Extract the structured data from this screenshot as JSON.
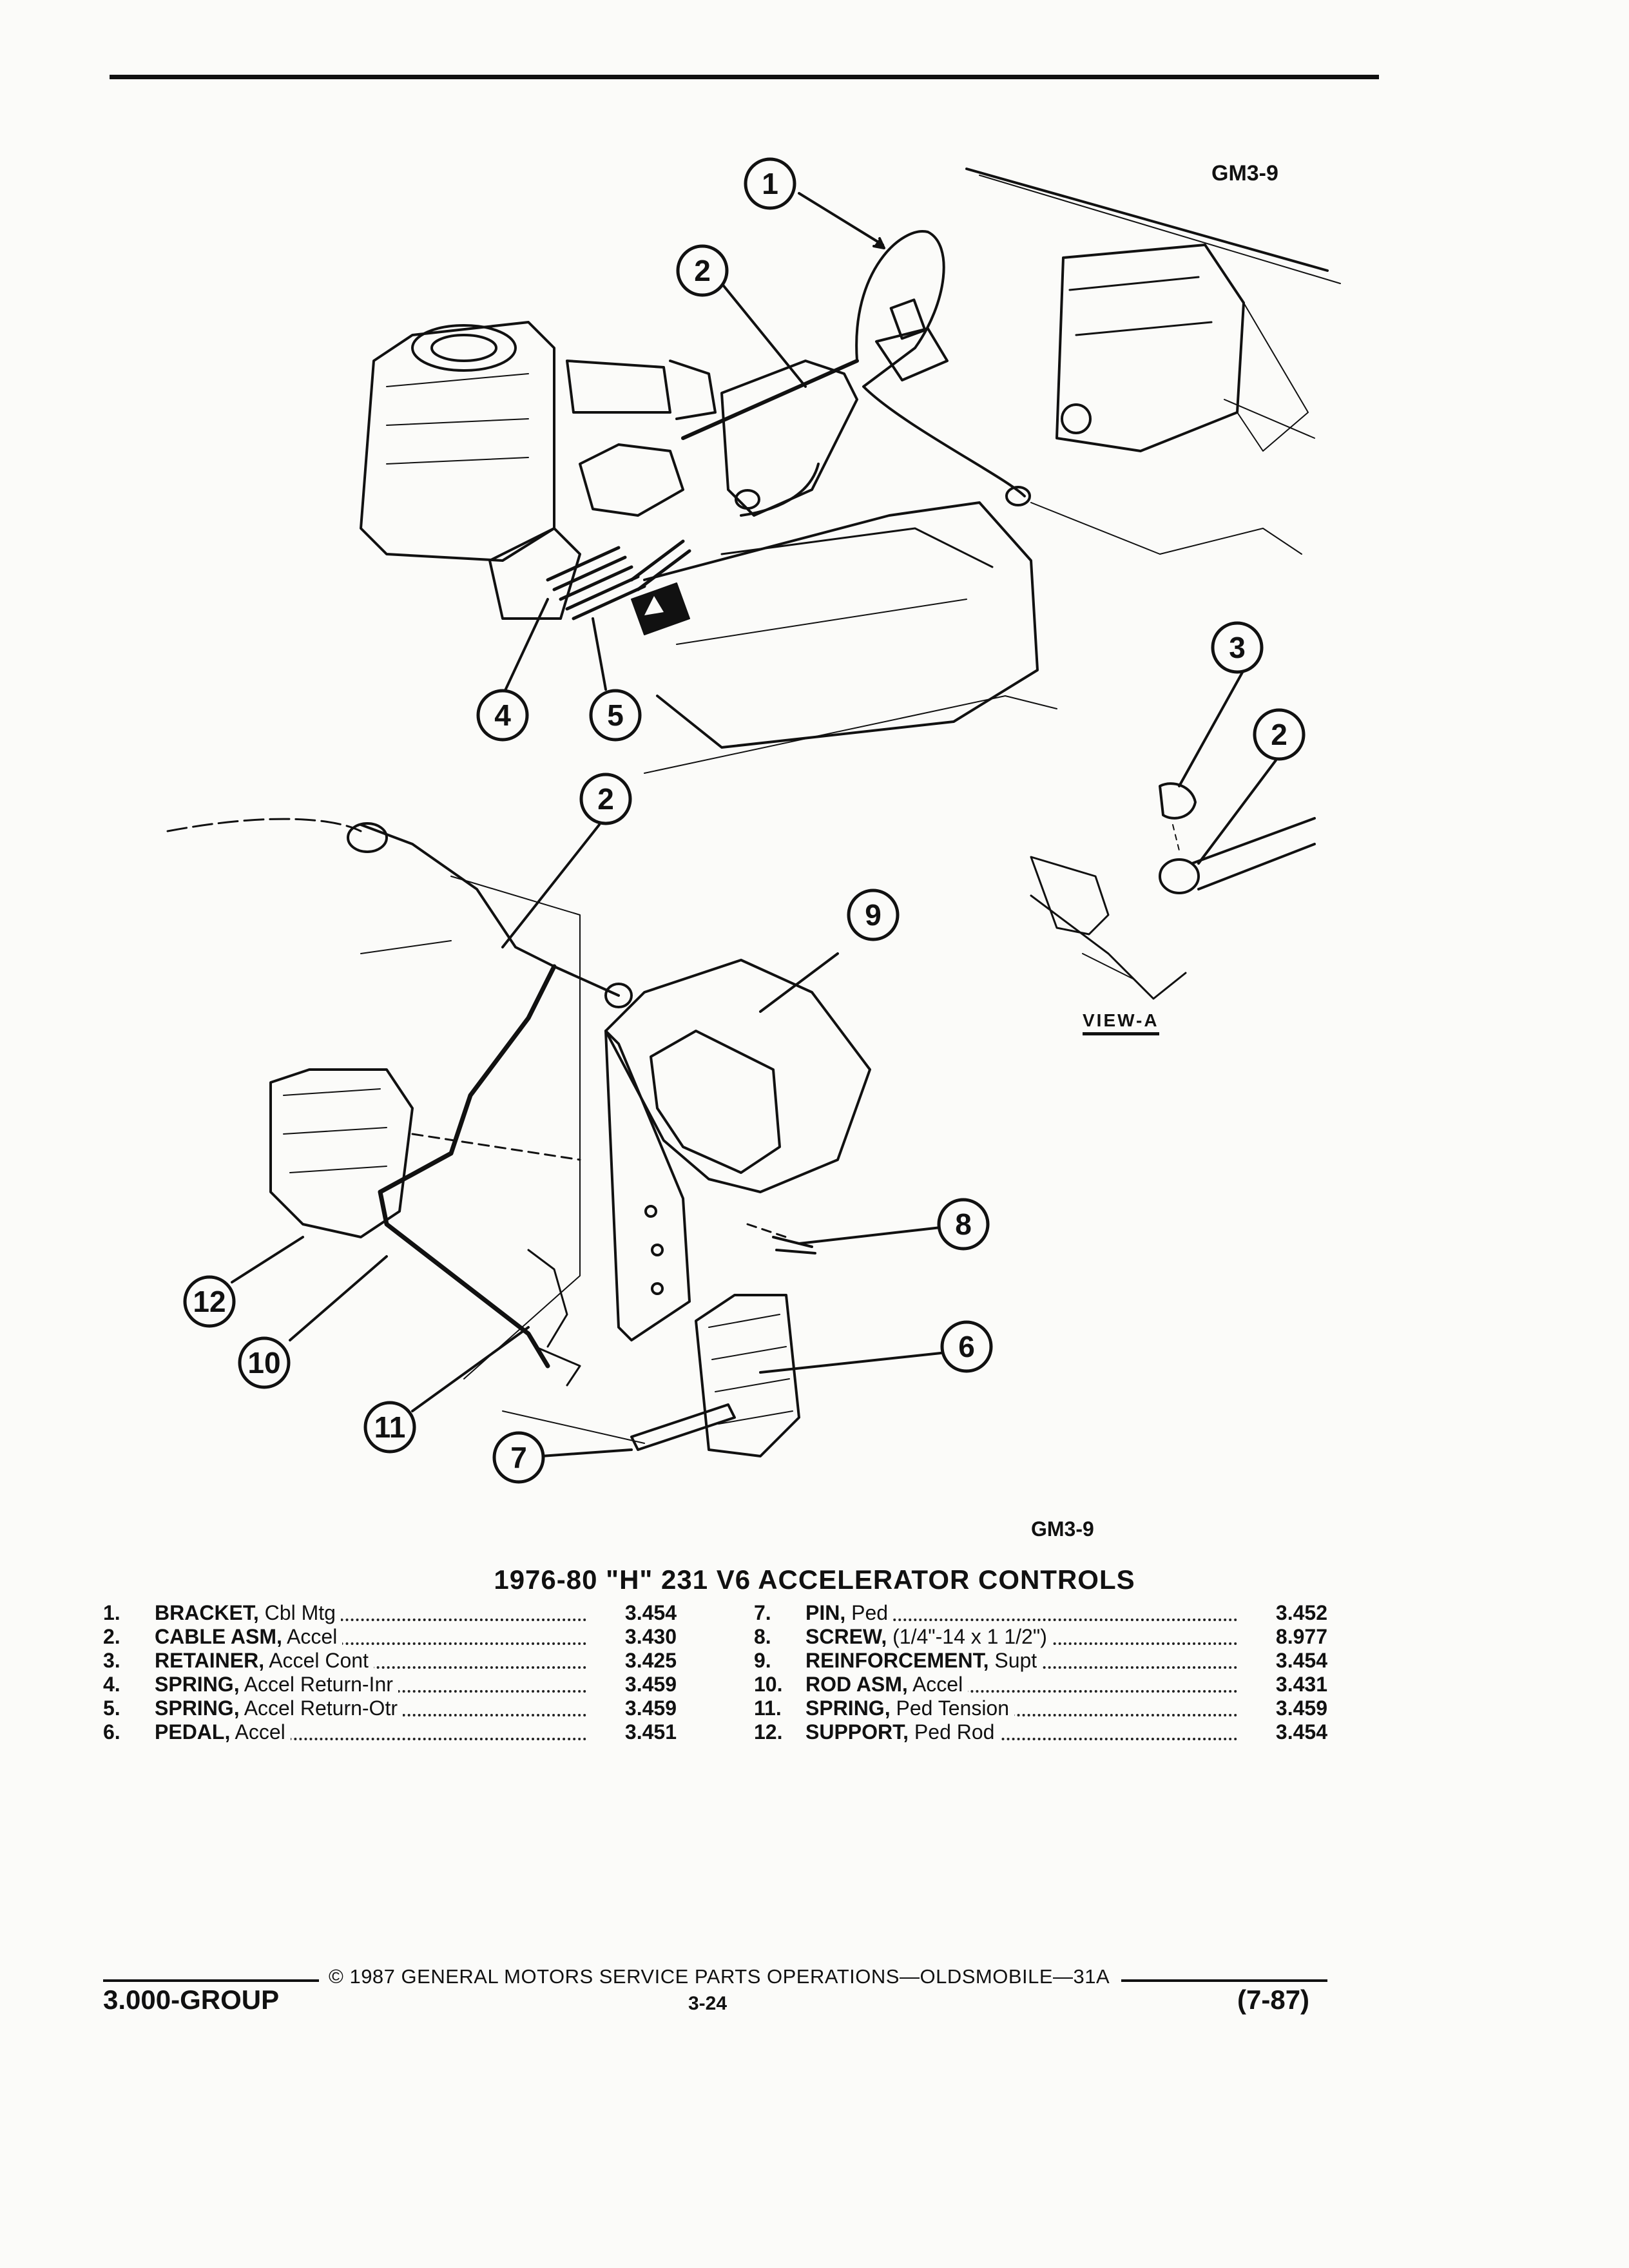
{
  "figure": {
    "top_tag": "GM3-9",
    "bottom_tag": "GM3-9",
    "view_label": "VIEW-A",
    "callouts": [
      "1",
      "2",
      "3",
      "2",
      "4",
      "5",
      "2",
      "9",
      "8",
      "12",
      "10",
      "6",
      "11",
      "7"
    ]
  },
  "title": "1976-80 \"H\" 231 V6 ACCELERATOR CONTROLS",
  "parts_left": [
    {
      "num": "1.",
      "name": "BRACKET,",
      "desc": " Cbl Mtg",
      "code": "3.454"
    },
    {
      "num": "2.",
      "name": "CABLE ASM,",
      "desc": " Accel",
      "code": "3.430"
    },
    {
      "num": "3.",
      "name": "RETAINER,",
      "desc": " Accel Cont",
      "code": "3.425"
    },
    {
      "num": "4.",
      "name": "SPRING,",
      "desc": " Accel Return-Inr",
      "code": "3.459"
    },
    {
      "num": "5.",
      "name": "SPRING,",
      "desc": " Accel Return-Otr",
      "code": "3.459"
    },
    {
      "num": "6.",
      "name": "PEDAL,",
      "desc": " Accel",
      "code": "3.451"
    }
  ],
  "parts_right": [
    {
      "num": "7.",
      "name": "PIN,",
      "desc": " Ped",
      "code": "3.452"
    },
    {
      "num": "8.",
      "name": "SCREW,",
      "desc": " (1/4\"-14 x 1 1/2\")",
      "code": "8.977"
    },
    {
      "num": "9.",
      "name": "REINFORCEMENT,",
      "desc": " Supt",
      "code": "3.454"
    },
    {
      "num": "10.",
      "name": "ROD ASM,",
      "desc": " Accel",
      "code": "3.431"
    },
    {
      "num": "11.",
      "name": "SPRING,",
      "desc": " Ped Tension",
      "code": "3.459"
    },
    {
      "num": "12.",
      "name": "SUPPORT,",
      "desc": " Ped Rod",
      "code": "3.454"
    }
  ],
  "footer": {
    "copyright": "© 1987 GENERAL MOTORS SERVICE PARTS OPERATIONS—OLDSMOBILE—31A",
    "group": "3.000-GROUP",
    "page": "3-24",
    "date": "(7-87)"
  }
}
